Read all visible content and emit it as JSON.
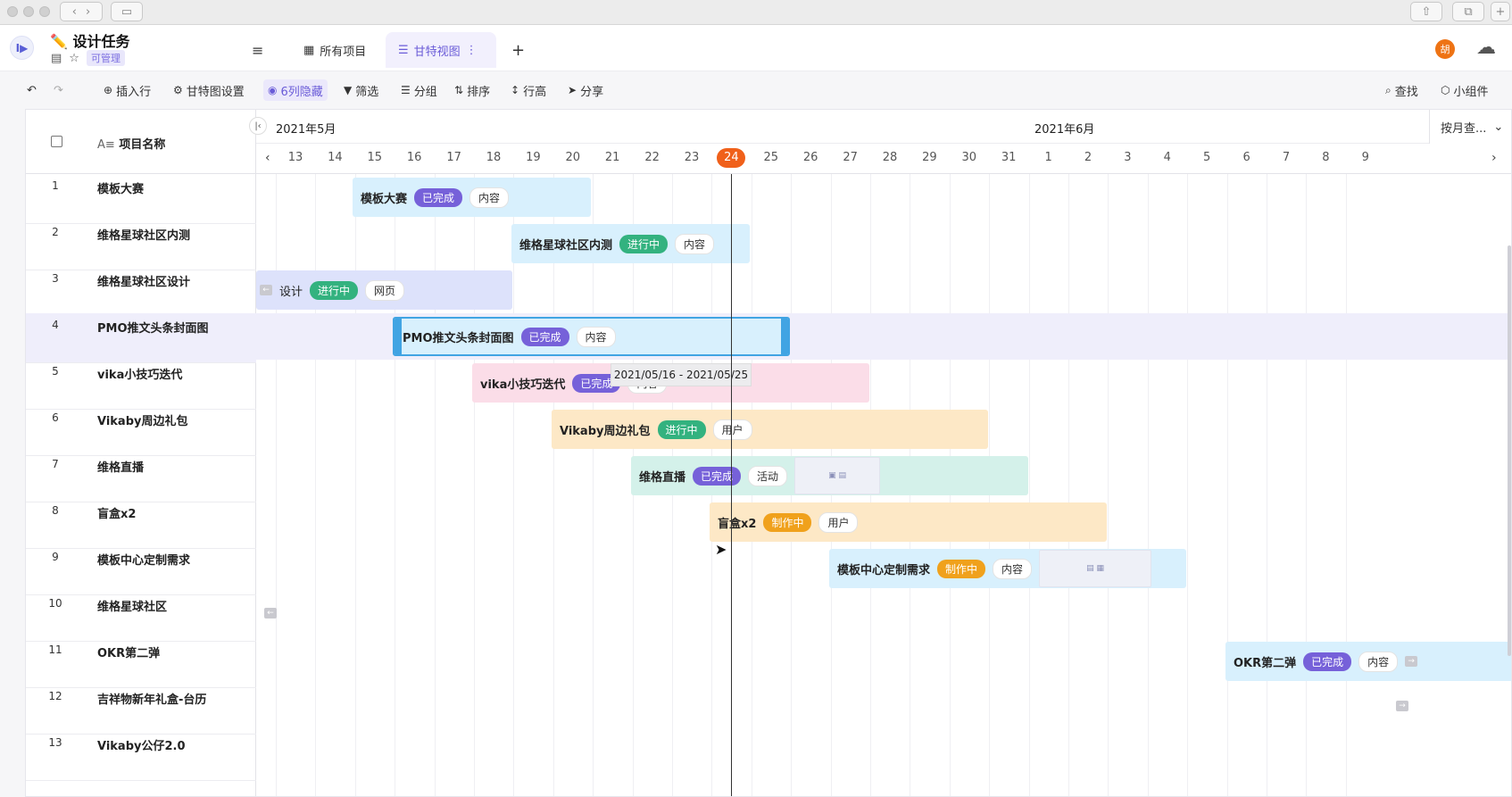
{
  "app": {
    "title": "设计任务",
    "title_emoji": "✏️",
    "manage_badge": "可管理",
    "avatar_text": "胡"
  },
  "tabs": [
    {
      "label": "所有项目",
      "icon": "grid-table-icon"
    },
    {
      "label": "甘特视图",
      "icon": "gantt-icon",
      "active": true
    }
  ],
  "toolbar": {
    "insert_row": "插入行",
    "gantt_settings": "甘特图设置",
    "hidden_columns": "6列隐藏",
    "filter": "筛选",
    "group": "分组",
    "sort": "排序",
    "row_height": "行高",
    "share": "分享",
    "search": "查找",
    "widget": "小组件"
  },
  "grid": {
    "column_name": "项目名称",
    "rows": [
      {
        "index": "1",
        "name": "模板大赛"
      },
      {
        "index": "2",
        "name": "维格星球社区内测"
      },
      {
        "index": "3",
        "name": "维格星球社区设计"
      },
      {
        "index": "4",
        "name": "PMO推文头条封面图"
      },
      {
        "index": "5",
        "name": "vika小技巧迭代"
      },
      {
        "index": "6",
        "name": "Vikaby周边礼包"
      },
      {
        "index": "7",
        "name": "维格直播"
      },
      {
        "index": "8",
        "name": "盲盒x2"
      },
      {
        "index": "9",
        "name": "模板中心定制需求"
      },
      {
        "index": "10",
        "name": "维格星球社区"
      },
      {
        "index": "11",
        "name": "OKR第二弹"
      },
      {
        "index": "12",
        "name": "吉祥物新年礼盒-台历"
      },
      {
        "index": "13",
        "name": "Vikaby公仔2.0"
      }
    ]
  },
  "timeline": {
    "month_1": "2021年5月",
    "month_2": "2021年6月",
    "view_mode": "按月查...",
    "days": [
      "13",
      "14",
      "15",
      "16",
      "17",
      "18",
      "19",
      "20",
      "21",
      "22",
      "23",
      "24",
      "25",
      "26",
      "27",
      "28",
      "29",
      "30",
      "31",
      "1",
      "2",
      "3",
      "4",
      "5",
      "6",
      "7",
      "8",
      "9"
    ],
    "today": "24"
  },
  "bars": [
    {
      "title": "模板大赛",
      "status": "已完成",
      "category": "内容"
    },
    {
      "title": "维格星球社区内测",
      "status": "进行中",
      "category": "内容"
    },
    {
      "title": "社区设计",
      "visible_title": "设计",
      "status": "进行中",
      "category": "网页"
    },
    {
      "title": "PMO推文头条封面图",
      "status": "已完成",
      "category": "内容"
    },
    {
      "title": "vika小技巧迭代",
      "status": "已完成",
      "category": "内容"
    },
    {
      "title": "Vikaby周边礼包",
      "status": "进行中",
      "category": "用户"
    },
    {
      "title": "维格直播",
      "status": "已完成",
      "category": "活动"
    },
    {
      "title": "盲盒x2",
      "status": "制作中",
      "category": "用户"
    },
    {
      "title": "模板中心定制需求",
      "status": "制作中",
      "category": "内容"
    },
    {
      "title": "OKR第二弹",
      "status": "已完成",
      "category": "内容"
    }
  ],
  "tooltip": "2021/05/16 - 2021/05/25",
  "colors": {
    "accent": "#6a5bd8",
    "done": "#7661d9",
    "in_progress": "#33b27f",
    "making": "#f0a11c",
    "today": "#f0601a"
  }
}
